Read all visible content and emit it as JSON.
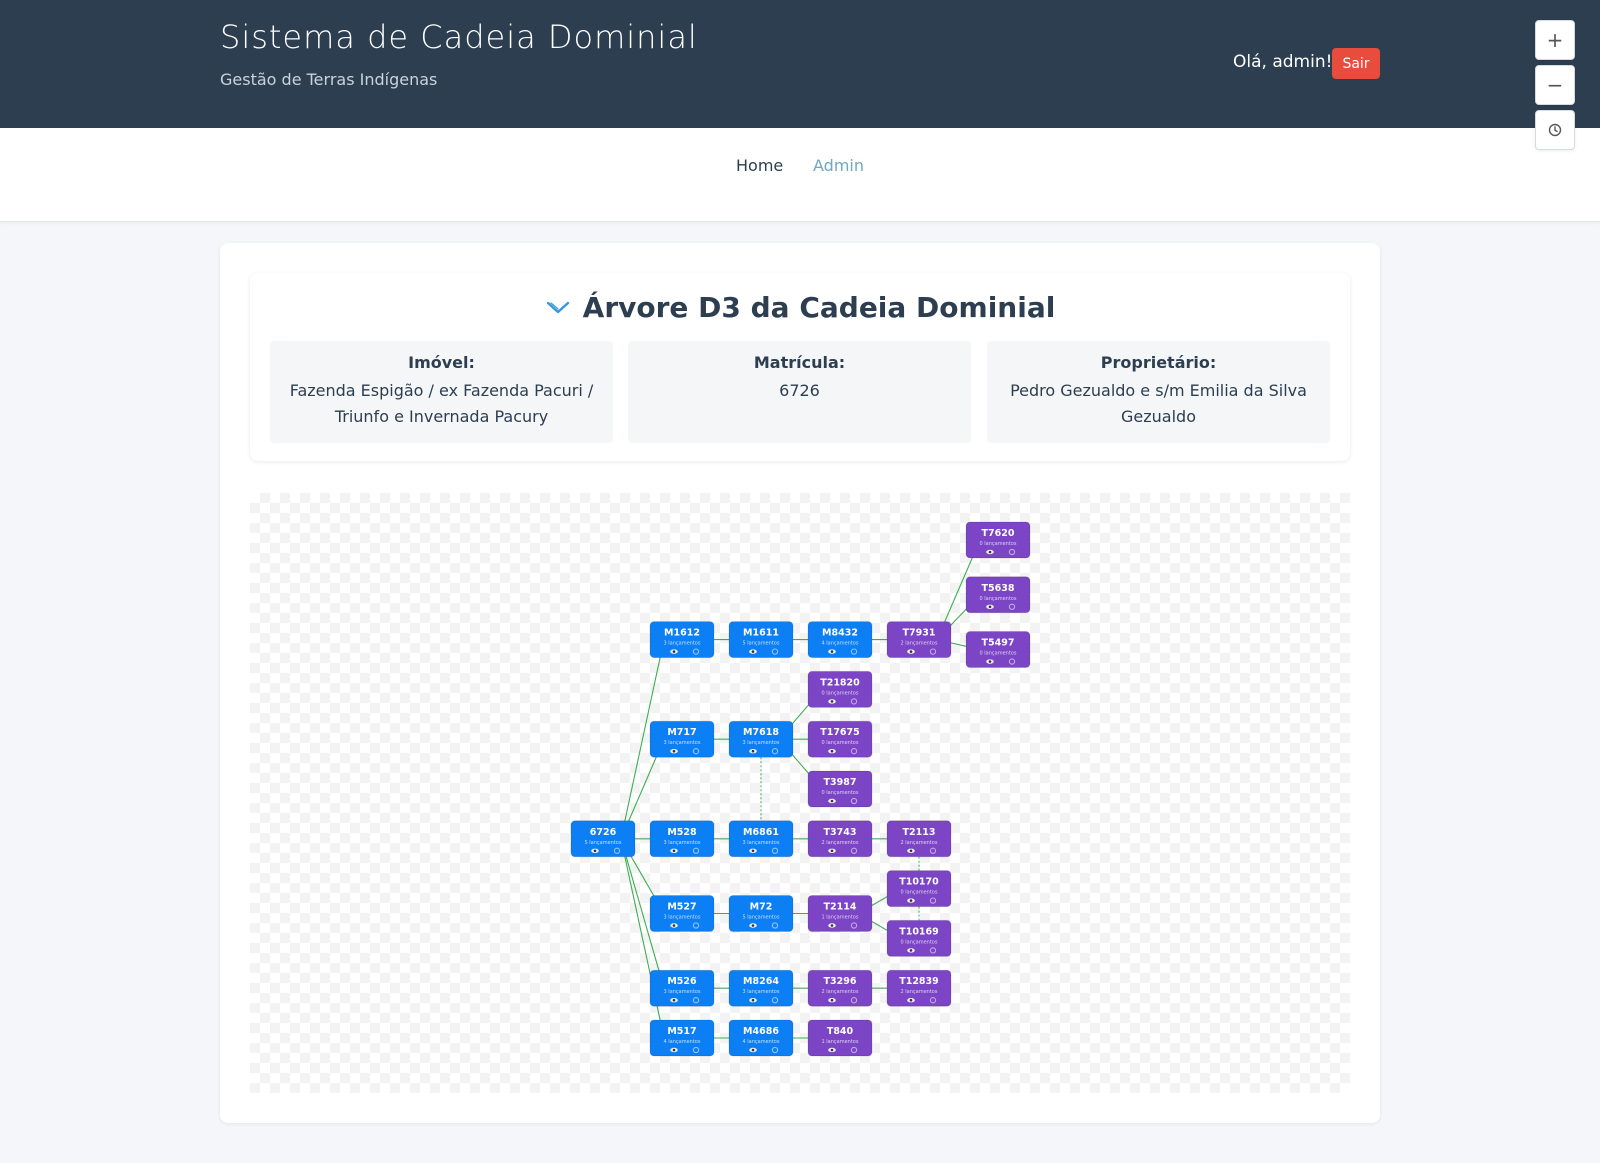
{
  "header": {
    "title": "Sistema de Cadeia Dominial",
    "subtitle": "Gestão de Terras Indígenas",
    "greeting": "Olá, admin!",
    "logout_label": "Sair"
  },
  "zoom_controls": {
    "zoom_in": "+",
    "zoom_out": "−",
    "reset_icon": "clock-icon"
  },
  "nav": {
    "home": "Home",
    "admin": "Admin"
  },
  "panel": {
    "title": "Árvore D3 da Cadeia Dominial",
    "imovel_label": "Imóvel:",
    "imovel_value": "Fazenda Espigão / ex Fazenda Pacuri / Triunfo e Invernada Pacury",
    "matricula_label": "Matrícula:",
    "matricula_value": "6726",
    "proprietario_label": "Proprietário:",
    "proprietario_value": "Pedro Gezualdo e s/m Emilia da Silva Gezualdo"
  },
  "colors": {
    "matricula": "#0d7ff5",
    "transcricao": "#7b45c6",
    "link": "#3cae52",
    "header": "#2c3e50",
    "danger": "#e74c3c"
  },
  "tree": {
    "nodes": [
      {
        "id": "6726",
        "sub": "5 lançamentos",
        "kind": "M",
        "depth": 0,
        "row": 6
      },
      {
        "id": "M1612",
        "sub": "3 lançamentos",
        "kind": "M",
        "depth": 1,
        "row": 2
      },
      {
        "id": "M717",
        "sub": "3 lançamentos",
        "kind": "M",
        "depth": 1,
        "row": 4
      },
      {
        "id": "M528",
        "sub": "3 lançamentos",
        "kind": "M",
        "depth": 1,
        "row": 6
      },
      {
        "id": "M527",
        "sub": "3 lançamentos",
        "kind": "M",
        "depth": 1,
        "row": 7.5
      },
      {
        "id": "M526",
        "sub": "3 lançamentos",
        "kind": "M",
        "depth": 1,
        "row": 9
      },
      {
        "id": "M517",
        "sub": "4 lançamentos",
        "kind": "M",
        "depth": 1,
        "row": 10
      },
      {
        "id": "M1611",
        "sub": "5 lançamentos",
        "kind": "M",
        "depth": 2,
        "row": 2
      },
      {
        "id": "M7618",
        "sub": "3 lançamentos",
        "kind": "M",
        "depth": 2,
        "row": 4
      },
      {
        "id": "M6861",
        "sub": "3 lançamentos",
        "kind": "M",
        "depth": 2,
        "row": 6
      },
      {
        "id": "M72",
        "sub": "5 lançamentos",
        "kind": "M",
        "depth": 2,
        "row": 7.5
      },
      {
        "id": "M8264",
        "sub": "3 lançamentos",
        "kind": "M",
        "depth": 2,
        "row": 9
      },
      {
        "id": "M4686",
        "sub": "4 lançamentos",
        "kind": "M",
        "depth": 2,
        "row": 10
      },
      {
        "id": "M8432",
        "sub": "4 lançamentos",
        "kind": "M",
        "depth": 3,
        "row": 2
      },
      {
        "id": "T21820",
        "sub": "0 lançamentos",
        "kind": "T",
        "depth": 3,
        "row": 3
      },
      {
        "id": "T17675",
        "sub": "0 lançamentos",
        "kind": "T",
        "depth": 3,
        "row": 4
      },
      {
        "id": "T3987",
        "sub": "0 lançamentos",
        "kind": "T",
        "depth": 3,
        "row": 5
      },
      {
        "id": "T3743",
        "sub": "2 lançamentos",
        "kind": "T",
        "depth": 3,
        "row": 6
      },
      {
        "id": "T2114",
        "sub": "1 lançamentos",
        "kind": "T",
        "depth": 3,
        "row": 7.5
      },
      {
        "id": "T3296",
        "sub": "2 lançamentos",
        "kind": "T",
        "depth": 3,
        "row": 9
      },
      {
        "id": "T840",
        "sub": "1 lançamentos",
        "kind": "T",
        "depth": 3,
        "row": 10
      },
      {
        "id": "T7931",
        "sub": "2 lançamentos",
        "kind": "T",
        "depth": 4,
        "row": 2
      },
      {
        "id": "T2113",
        "sub": "2 lançamentos",
        "kind": "T",
        "depth": 4,
        "row": 6
      },
      {
        "id": "T10170",
        "sub": "0 lançamentos",
        "kind": "T",
        "depth": 4,
        "row": 7
      },
      {
        "id": "T10169",
        "sub": "0 lançamentos",
        "kind": "T",
        "depth": 4,
        "row": 8
      },
      {
        "id": "T12839",
        "sub": "2 lançamentos",
        "kind": "T",
        "depth": 4,
        "row": 9
      },
      {
        "id": "T7620",
        "sub": "0 lançamentos",
        "kind": "T",
        "depth": 5,
        "row": 0
      },
      {
        "id": "T5638",
        "sub": "0 lançamentos",
        "kind": "T",
        "depth": 5,
        "row": 1.1
      },
      {
        "id": "T5497",
        "sub": "0 lançamentos",
        "kind": "T",
        "depth": 5,
        "row": 2.2
      }
    ],
    "links": [
      [
        "6726",
        "M1612"
      ],
      [
        "6726",
        "M717"
      ],
      [
        "6726",
        "M528"
      ],
      [
        "6726",
        "M527"
      ],
      [
        "6726",
        "M526"
      ],
      [
        "6726",
        "M517"
      ],
      [
        "M1612",
        "M1611"
      ],
      [
        "M1611",
        "M8432"
      ],
      [
        "M8432",
        "T7931"
      ],
      [
        "T7931",
        "T7620"
      ],
      [
        "T7931",
        "T5638"
      ],
      [
        "T7931",
        "T5497"
      ],
      [
        "M717",
        "M7618"
      ],
      [
        "M7618",
        "T21820"
      ],
      [
        "M7618",
        "T17675"
      ],
      [
        "M7618",
        "T3987"
      ],
      [
        "M528",
        "M6861"
      ],
      [
        "M6861",
        "T3743"
      ],
      [
        "T3743",
        "T2113"
      ],
      [
        "M527",
        "M72"
      ],
      [
        "M72",
        "T2114"
      ],
      [
        "T2114",
        "T10170"
      ],
      [
        "T2114",
        "T10169"
      ],
      [
        "M526",
        "M8264"
      ],
      [
        "M8264",
        "T3296"
      ],
      [
        "T3296",
        "T12839"
      ],
      [
        "M517",
        "M4686"
      ],
      [
        "M4686",
        "T840"
      ]
    ],
    "dashed": [
      [
        "M7618",
        "M6861"
      ],
      [
        "T2113",
        "T10170"
      ],
      [
        "T10170",
        "T10169"
      ]
    ]
  }
}
